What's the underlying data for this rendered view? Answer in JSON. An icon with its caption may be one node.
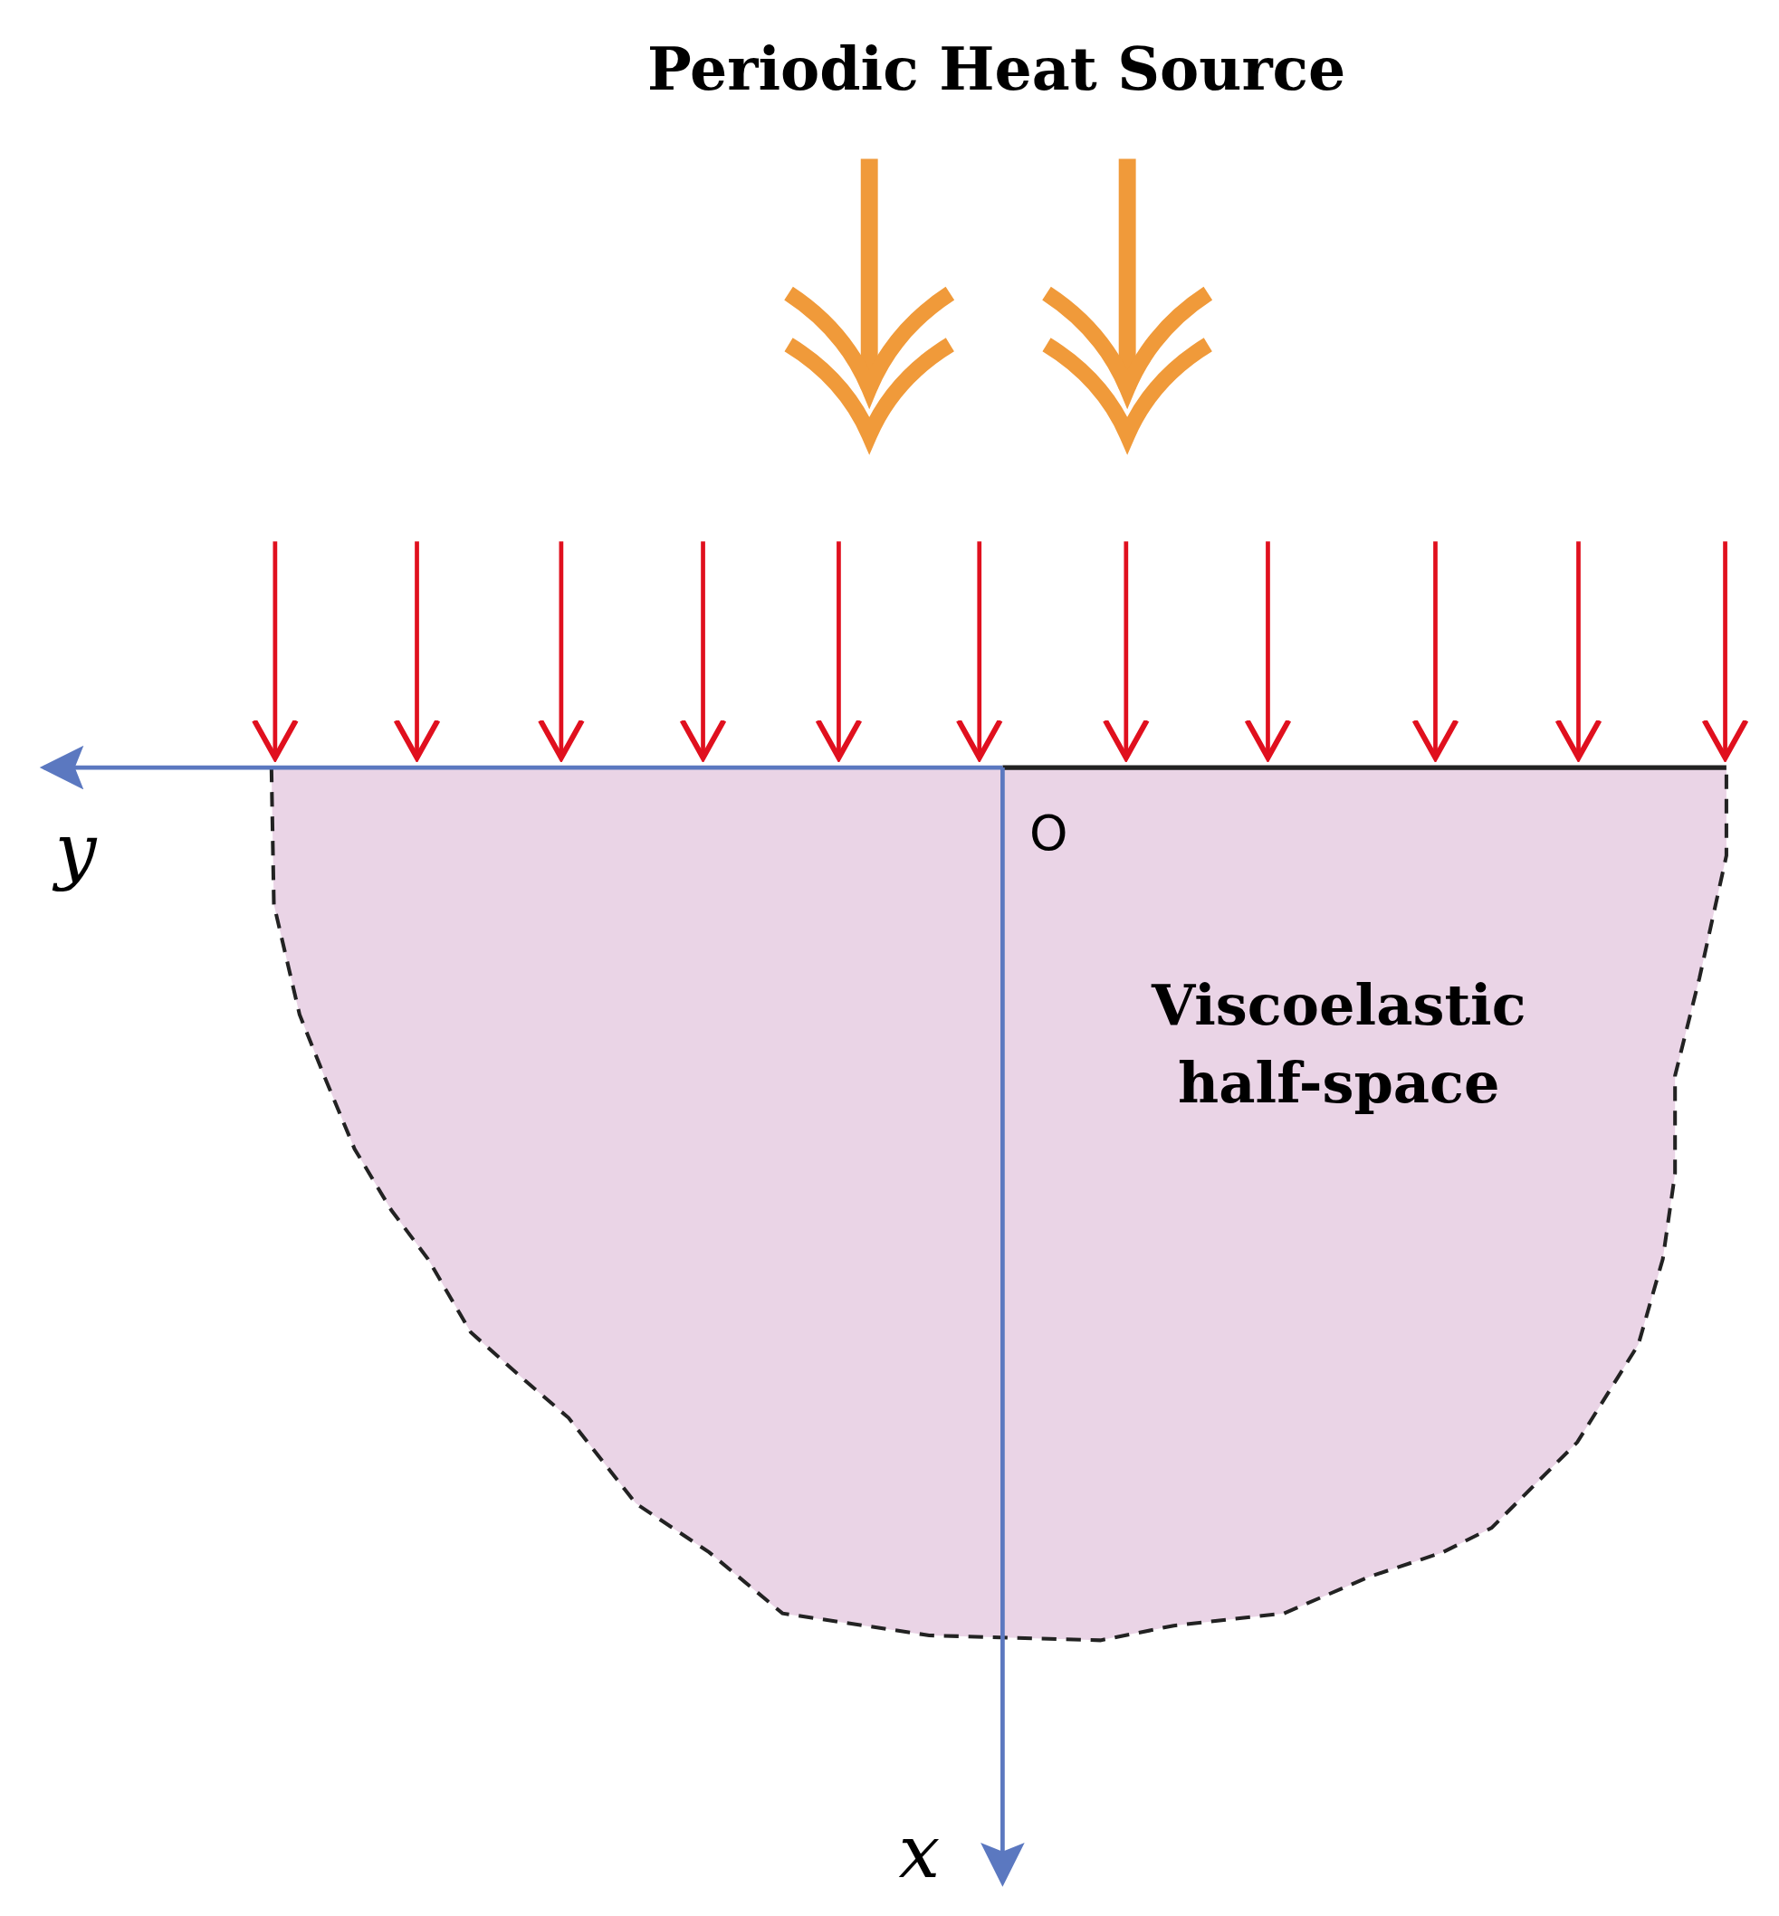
{
  "diagram": {
    "title": "Periodic Heat Source",
    "nodes": [
      {
        "text": [
          "Viscoelastic half-space"
        ]
      }
    ],
    "labels": [
      "O",
      "y",
      "x"
    ]
  }
}
